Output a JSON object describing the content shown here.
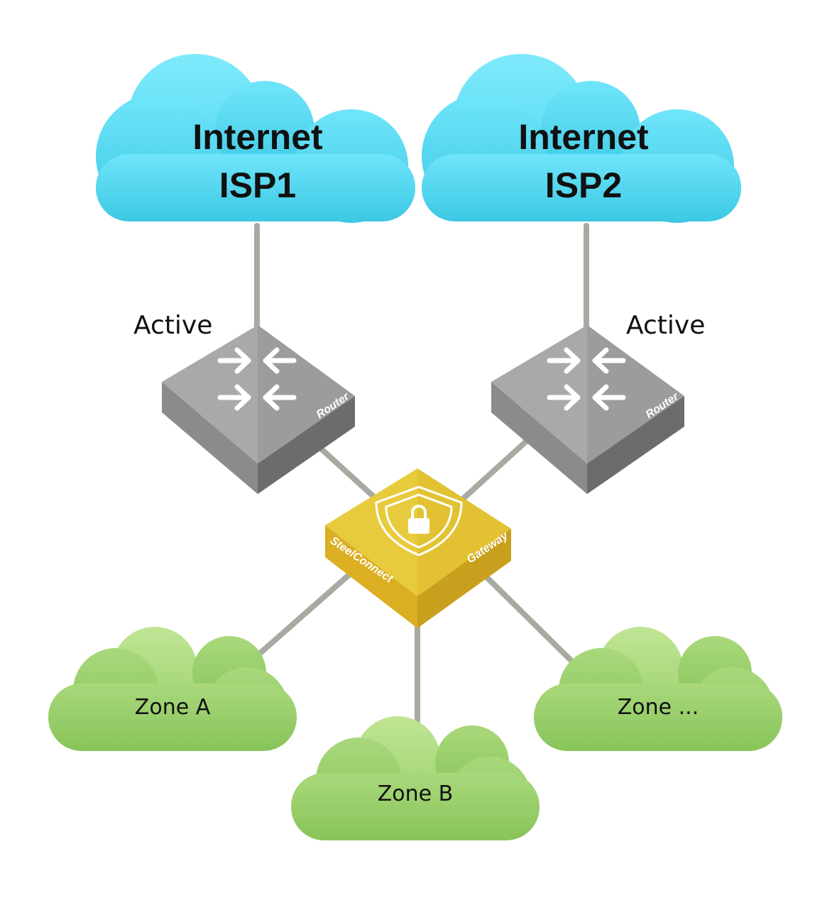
{
  "isp1": {
    "line1": "Internet",
    "line2": "ISP1",
    "status": "Active",
    "router_label": "Router"
  },
  "isp2": {
    "line1": "Internet",
    "line2": "ISP2",
    "status": "Active",
    "router_label": "Router"
  },
  "gateway": {
    "brand_label": "SteelConnect",
    "type_label": "Gateway"
  },
  "zones": [
    {
      "label": "Zone A"
    },
    {
      "label": "Zone B"
    },
    {
      "label": "Zone ..."
    }
  ],
  "colors": {
    "internet_cloud": "#3fcbe6",
    "zone_cloud": "#8fcb62",
    "router_top": "#a7a7a7",
    "gateway_top": "#e8cb3c",
    "link": "#a6aba1"
  }
}
